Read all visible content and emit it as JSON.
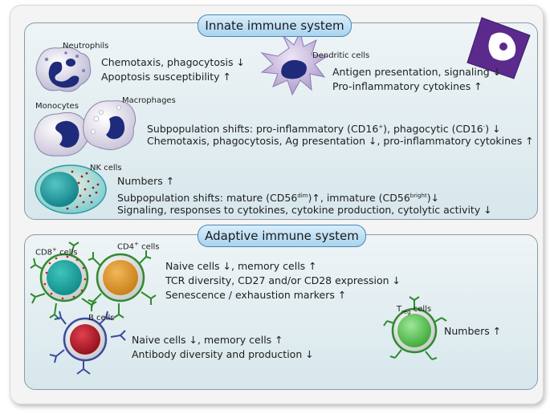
{
  "innate": {
    "title": "Innate immune system",
    "neutrophils": {
      "label": "Neutrophils",
      "line1": "Chemotaxis, phagocytosis ↓",
      "line2": "Apoptosis susceptibility ↑"
    },
    "dendritic": {
      "label": "Dendritic cells",
      "line1": "Antigen presentation, signaling ↓",
      "line2": "Pro-inflammatory cytokines ↑"
    },
    "monocytes_label": "Monocytes",
    "macrophages_label": "Macrophages",
    "mono_mac": {
      "line1_a": "Subpopulation shifts: pro-inflammatory (CD16",
      "line1_sup1": "+",
      "line1_b": "), phagocytic (CD16",
      "line1_sup2": "-",
      "line1_c": ") ↓",
      "line2": "Chemotaxis, phagocytosis, Ag presentation ↓, pro-inflammatory cytokines ↑"
    },
    "nk": {
      "label": "NK cells",
      "line1": "Numbers ↑",
      "line2_a": "Subpopulation shifts: mature (CD56",
      "line2_sup1": "dim",
      "line2_b": ")↑, immature (CD56",
      "line2_sup2": "bright",
      "line2_c": ")↓",
      "line3": "Signaling, responses to cytokines, cytokine production, cytolytic activity ↓"
    }
  },
  "adaptive": {
    "title": "Adaptive immune system",
    "cd8_label": "CD8",
    "cd8_sup": "+",
    "cd8_suffix": " cells",
    "cd4_label": "CD4",
    "cd4_sup": "+",
    "cd4_suffix": " cells",
    "t_cells": {
      "line1": "Naive cells ↓, memory cells ↑",
      "line2": "TCR diversity, CD27 and/or  CD28 expression ↓",
      "line3": "Senescence / exhaustion markers ↑"
    },
    "b_cells": {
      "label": "B cells",
      "line1": "Naive cells ↓, memory cells ↑",
      "line2": "Antibody diversity and production ↓"
    },
    "treg": {
      "label_T": "T",
      "label_sub": "reg",
      "label_suffix": " cells",
      "line1": "Numbers ↑"
    }
  },
  "colors": {
    "panel_border": "#8a9aa6",
    "pill_fill": "#a9d3ef",
    "cell_blue": "#1f2a7a",
    "dc_fill": "#c9b9dd",
    "nk_fill": "#7fd3d6",
    "cd8_fill": "#1fa7a0",
    "cd4_fill": "#e19c2a",
    "b_fill": "#c01f2f",
    "treg_fill": "#53c04d",
    "aging_icon": "#5b2a8c"
  }
}
